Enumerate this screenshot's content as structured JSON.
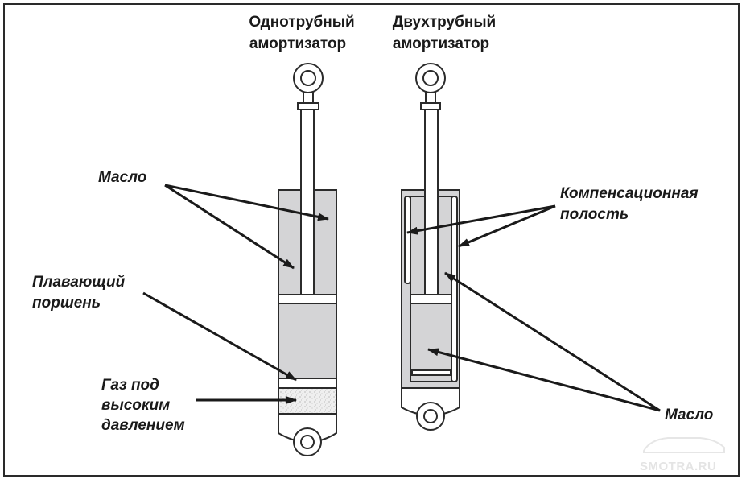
{
  "titles": {
    "mono": [
      "Однотрубный",
      "амортизатор"
    ],
    "twin": [
      "Двухтрубный",
      "амортизатор"
    ]
  },
  "labels": {
    "oil_left": "Масло",
    "floating_piston": [
      "Плавающий",
      "поршень"
    ],
    "gas": [
      "Газ под",
      "высоким",
      "давлением"
    ],
    "compensation": [
      "Компенсационная",
      "полость"
    ],
    "oil_right": "Масло"
  },
  "watermark": "SMOTRA.RU",
  "colors": {
    "oil_fill": "#d4d4d6",
    "outline": "#2b2b2b",
    "gas_fill": "#ececec",
    "background": "#ffffff"
  }
}
